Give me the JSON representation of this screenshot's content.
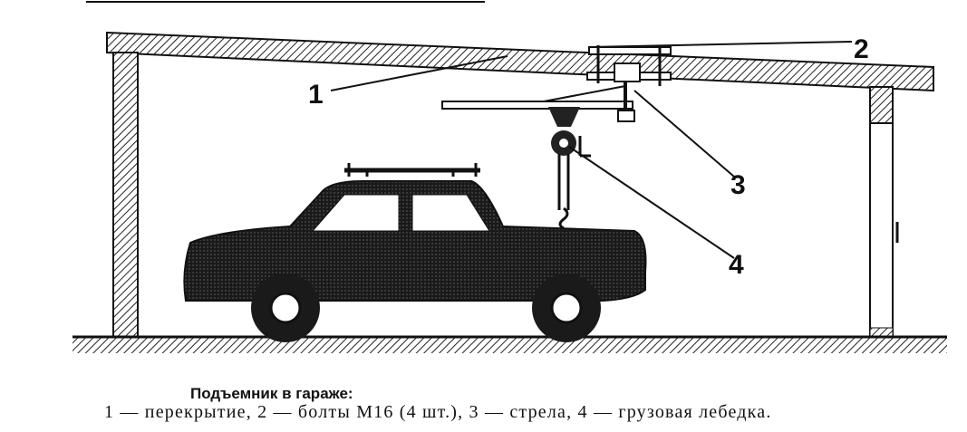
{
  "figure": {
    "callouts": [
      "1",
      "2",
      "3",
      "4"
    ],
    "caption_title": "Подъемник в гараже:",
    "caption_text": "1 — перекрытие, 2 — болты М16 (4 шт.), 3 — стрела, 4 — грузовая лебедка."
  }
}
